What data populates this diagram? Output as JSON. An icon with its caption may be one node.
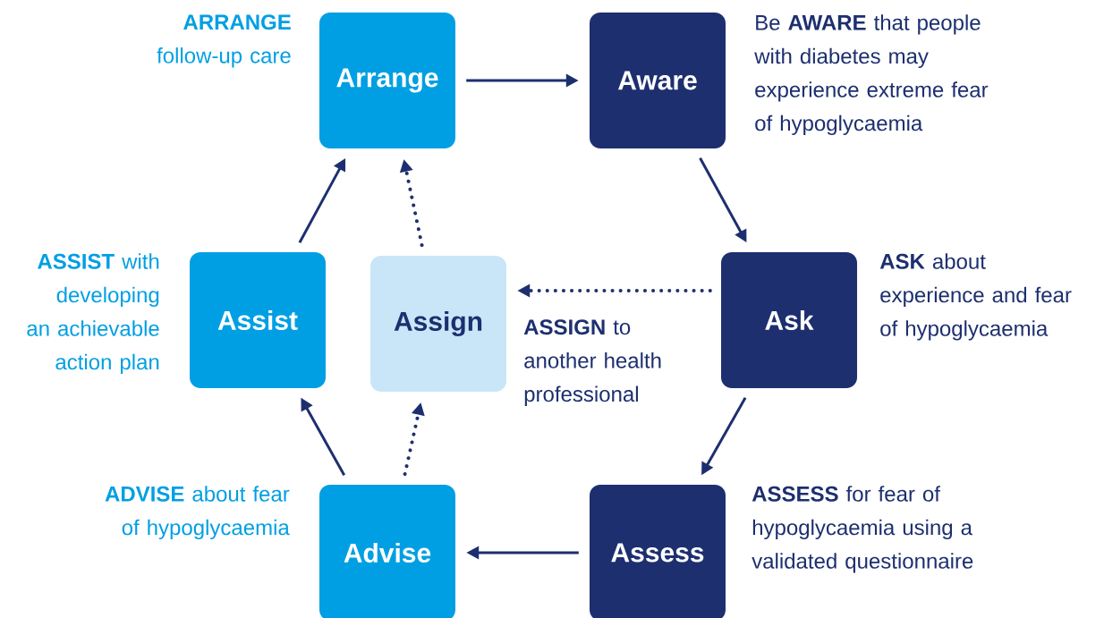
{
  "diagram": {
    "nodes": [
      {
        "text": [
          "Arrange"
        ],
        "beside": [
          "**ARRANGE** follow-up care"
        ]
      },
      {
        "text": [
          "Aware"
        ],
        "beside": [
          "Be **AWARE** that people with diabetes may experience extreme fear of hypoglycaemia"
        ]
      },
      {
        "text": [
          "Ask"
        ],
        "beside": [
          "**ASK** about experience and fear of hypoglycaemia"
        ]
      },
      {
        "text": [
          "Assess"
        ],
        "beside": [
          "**ASSESS** for fear of hypoglycaemia using a validated questionnaire"
        ]
      },
      {
        "text": [
          "Advise"
        ],
        "beside": [
          "**ADVISE** about fear of hypoglycaemia"
        ]
      },
      {
        "text": [
          "Assist"
        ],
        "beside": [
          "**ASSIST** with developing an achievable action plan"
        ]
      },
      {
        "text": [
          "Assign"
        ],
        "beside": [
          "**ASSIGN** to another health professional"
        ]
      }
    ],
    "edges": [
      {
        "from": 0,
        "to": 1,
        "arrow": "to"
      },
      {
        "from": 1,
        "to": 2,
        "arrow": "to"
      },
      {
        "from": 2,
        "to": 3,
        "arrow": "to"
      },
      {
        "from": 3,
        "to": 4,
        "arrow": "to"
      },
      {
        "from": 4,
        "to": 5,
        "arrow": "to"
      },
      {
        "from": 5,
        "to": 0,
        "arrow": "to"
      },
      {
        "from": 2,
        "to": 6,
        "arrow": "to",
        "style": "dashed"
      },
      {
        "from": 4,
        "to": 6,
        "arrow": "to",
        "style": "dashed"
      },
      {
        "from": 6,
        "to": 0,
        "arrow": "to",
        "style": "dashed"
      }
    ]
  }
}
